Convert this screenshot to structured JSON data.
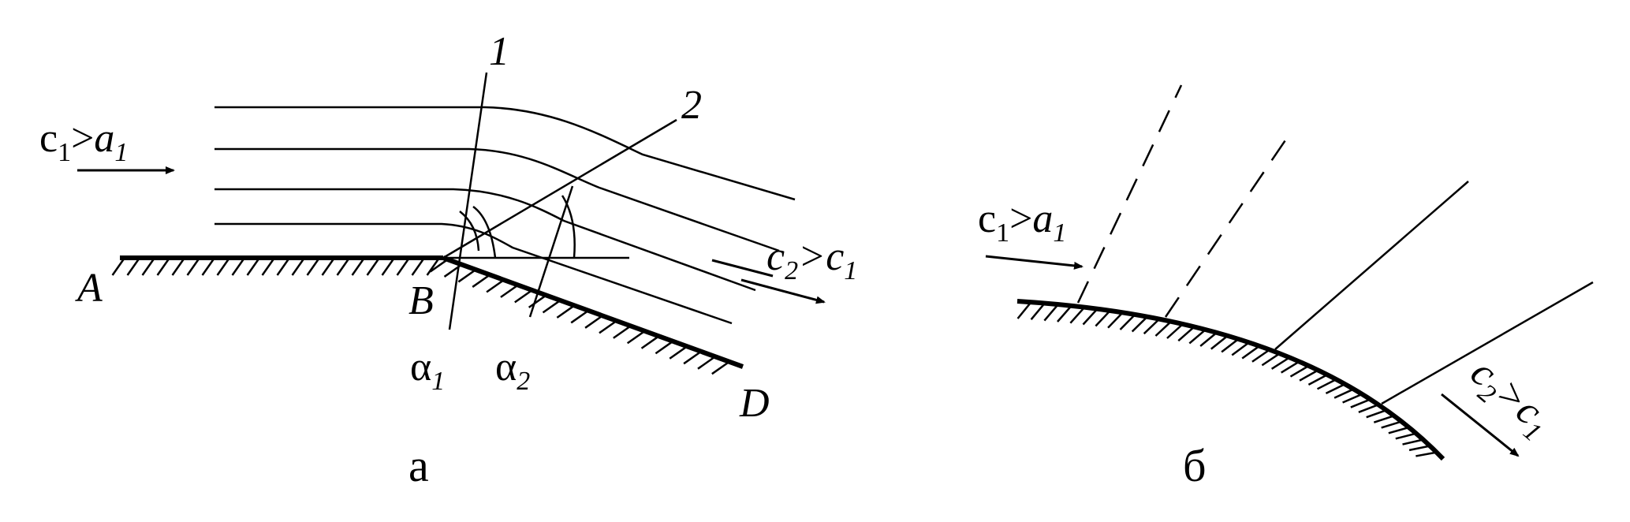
{
  "colors": {
    "ink": "#000000",
    "background": "#ffffff"
  },
  "panel_a": {
    "flow_in": {
      "c": "c",
      "c_sub": "1",
      "op": ">",
      "a": "a",
      "a_sub": "1"
    },
    "flow_out": {
      "c": "c",
      "c_sub": "2",
      "op": ">",
      "c2": "c",
      "c2_sub": "1"
    },
    "point_labels": {
      "A": "A",
      "B": "B",
      "D": "D"
    },
    "line_labels": {
      "one": "1",
      "two": "2"
    },
    "angle_labels": {
      "alpha1": "α",
      "alpha1_sub": "1",
      "alpha2": "α",
      "alpha2_sub": "2"
    },
    "caption": "а"
  },
  "panel_b": {
    "flow_in": {
      "c": "c",
      "c_sub": "1",
      "op": ">",
      "a": "a",
      "a_sub": "1"
    },
    "flow_out": {
      "c": "c",
      "c_sub": "2",
      "op": ">",
      "c2": "c",
      "c2_sub": "1"
    },
    "caption": "б"
  }
}
